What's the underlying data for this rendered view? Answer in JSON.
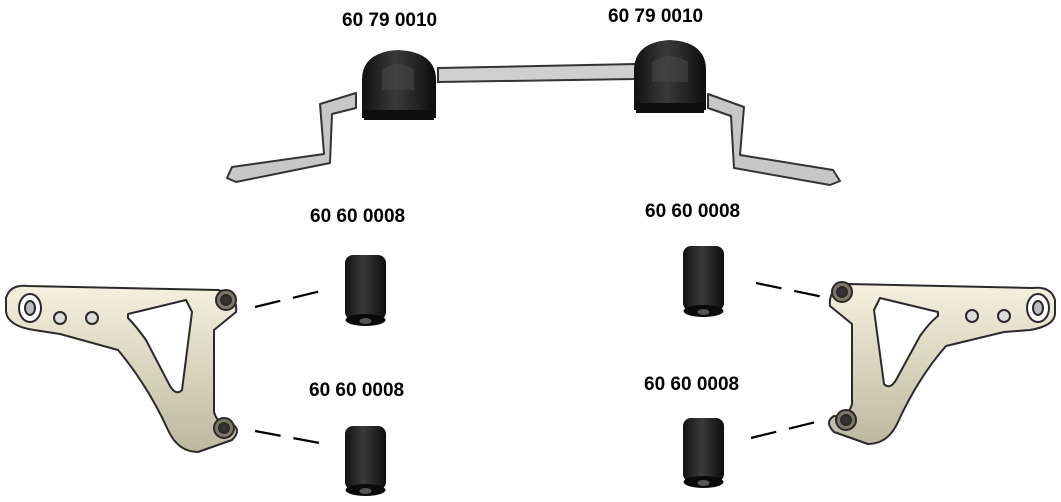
{
  "labels": {
    "stabilizer_left": "60 79 0010",
    "stabilizer_right": "60 79 0010",
    "control_arm_left_upper": "60 60 0008",
    "control_arm_right_upper": "60 60 0008",
    "control_arm_left_lower": "60 60 0008",
    "control_arm_right_lower": "60 60 0008"
  },
  "colors": {
    "rubber_dark": "#1e1e1e",
    "bar_fill": "#c9c9c9",
    "metal": "#e6e2cc",
    "outline": "#222222"
  }
}
